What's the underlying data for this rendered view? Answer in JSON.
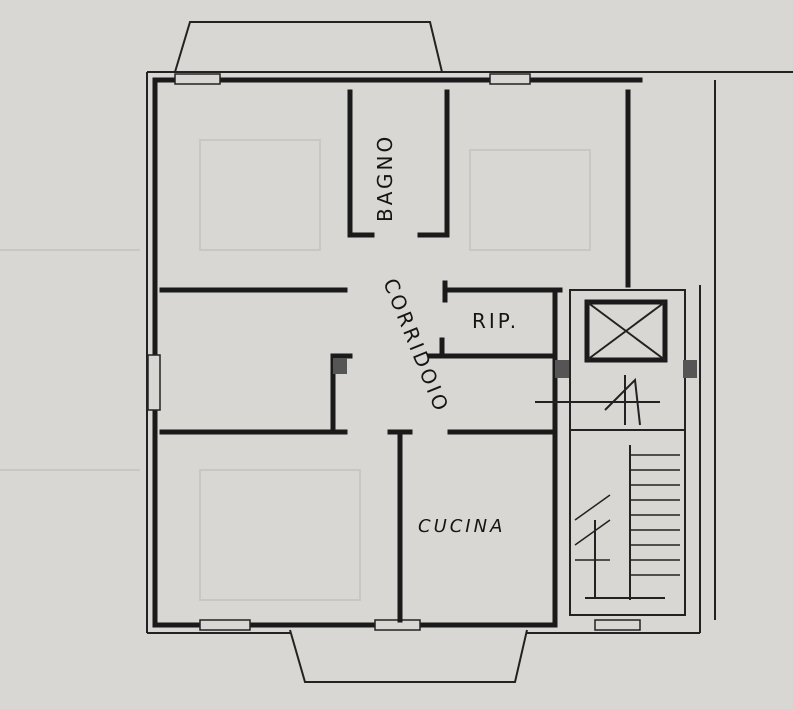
{
  "plan": {
    "rooms": {
      "bathroom": "BAGNO",
      "corridor": "CORRIDOIO",
      "storage": "RIP.",
      "kitchen": "CUCINA"
    },
    "colors": {
      "paper": "#d9d7d3",
      "ink": "#1a1a1a"
    }
  }
}
